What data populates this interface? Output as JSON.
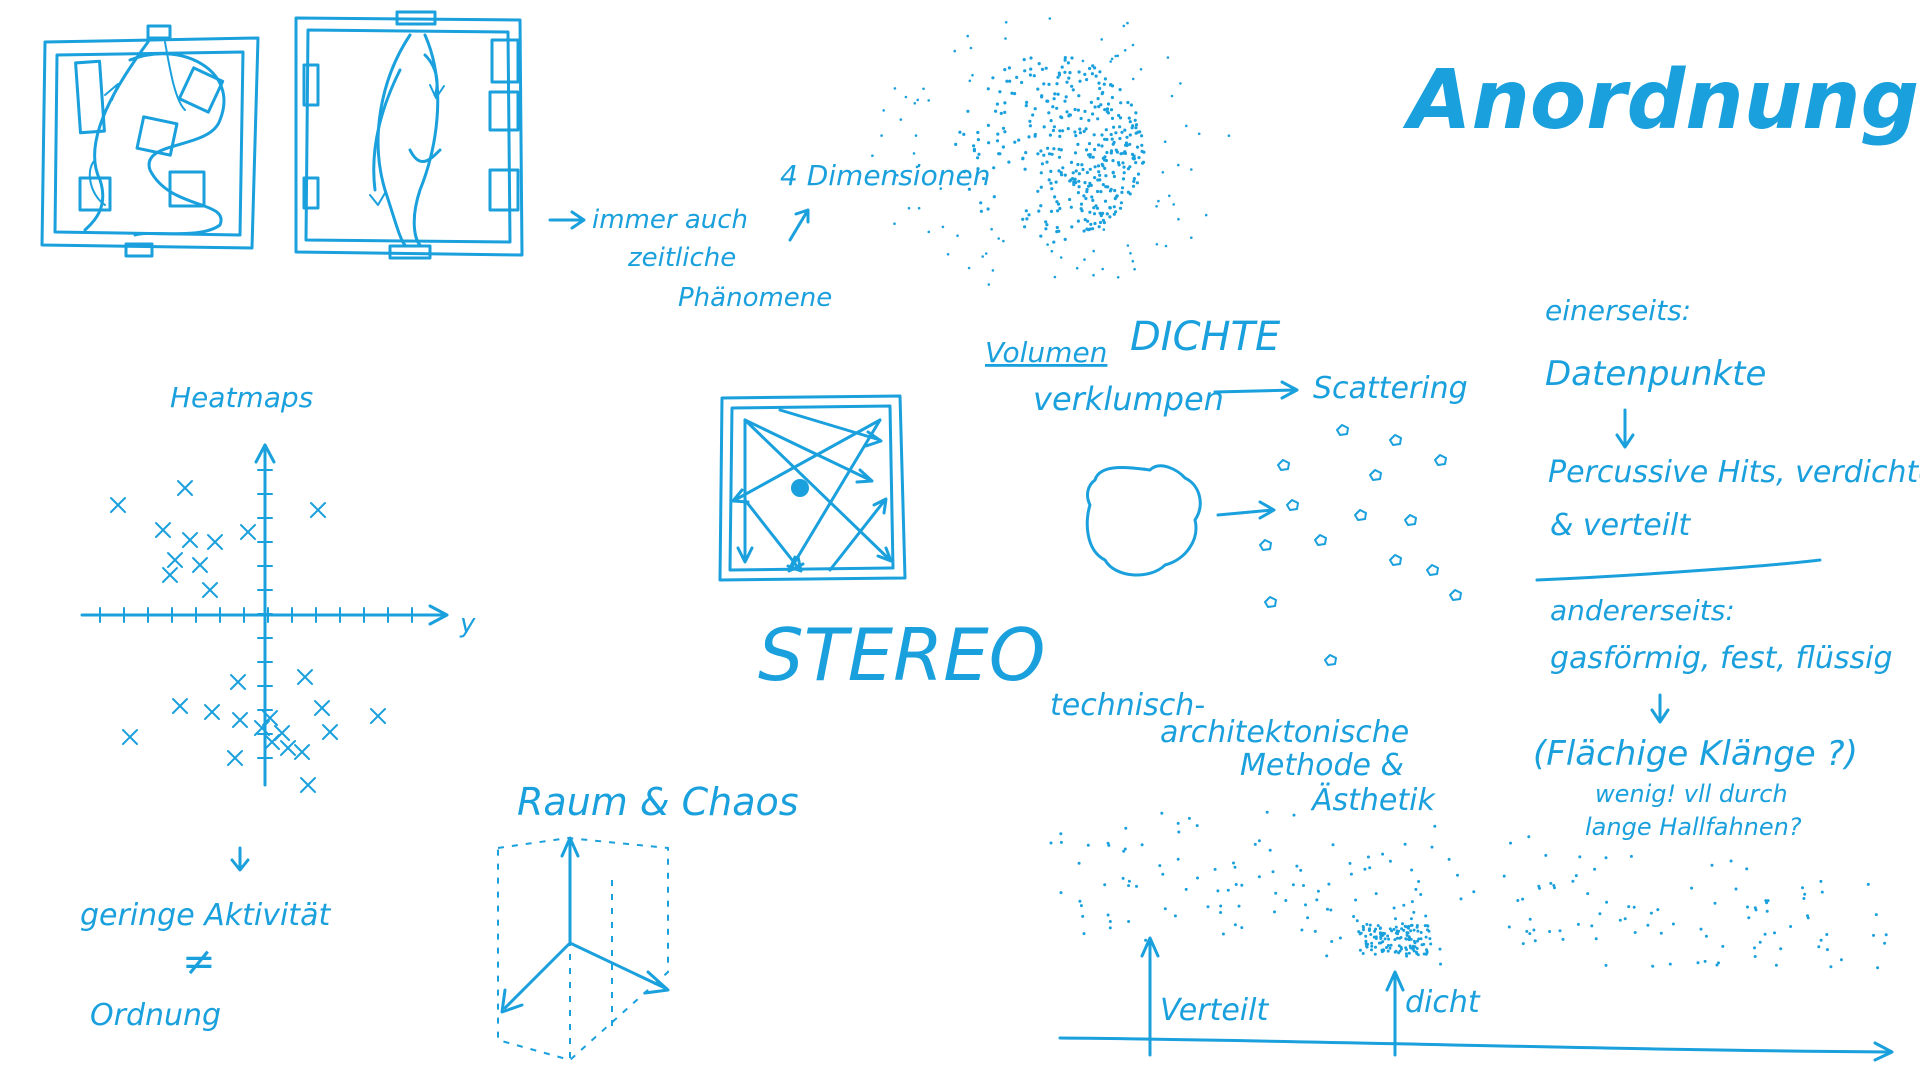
{
  "colors": {
    "ink": "#1aa0dc",
    "paper": "#ffffff"
  },
  "title": "Anordnungen",
  "notes": {
    "immer_auch": "immer auch",
    "zeitliche": "zeitliche",
    "phaenomene": "Phänomene",
    "vier_dimensionen": "4 Dimensionen",
    "heatmaps": "Heatmaps",
    "axis_y": "y",
    "geringe_aktivitaet": "geringe Aktivität",
    "not_equal": "≠",
    "ordnung": "Ordnung",
    "stereo": "STEREO",
    "raum_chaos": "Raum & Chaos",
    "volumen": "Volumen",
    "dichte": "DICHTE",
    "verklumpen": "verklumpen",
    "scattering": "Scattering",
    "einerseits": "einerseits:",
    "datenpunkte": "Datenpunkte",
    "percussive_hits": "Percussive Hits, verdichtet",
    "verteilt_line": "& verteilt",
    "andererseits": "andererseits:",
    "gasfoermig": "gasförmig, fest, flüssig",
    "flaechige_klaenge": "(Flächige Klänge ?)",
    "wenig": "wenig! vll durch",
    "lange_hallfahnen": "lange Hallfahnen?",
    "technisch": "technisch-",
    "architektonische": "architektonische",
    "methode": "Methode &",
    "aesthetik": "Ästhetik",
    "verteilt_label": "Verteilt",
    "dicht_label": "dicht"
  },
  "icons": {
    "floorplans": "floorplan-sketch-icon",
    "sphere": "dotted-sphere-icon",
    "scatter": "x-scatter-plot-icon",
    "stereo_box": "stereo-field-icon",
    "cube": "3d-axes-cube-icon",
    "blob": "clump-blob-icon",
    "density": "density-cloud-icon"
  }
}
